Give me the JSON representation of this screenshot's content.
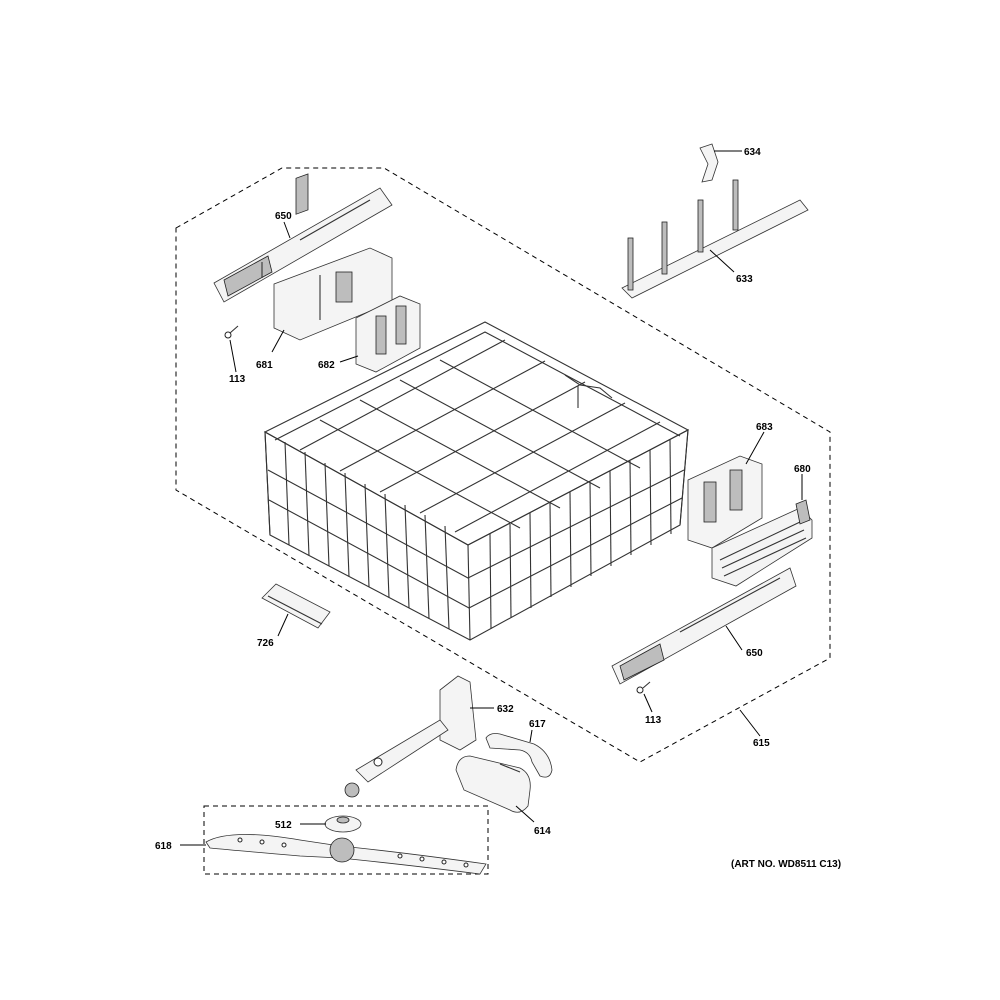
{
  "callouts": {
    "c634": "634",
    "c633": "633",
    "c650a": "650",
    "c681": "681",
    "c113a": "113",
    "c682": "682",
    "c683": "683",
    "c680": "680",
    "c726": "726",
    "c650b": "650",
    "c113b": "113",
    "c615": "615",
    "c632": "632",
    "c617": "617",
    "c614": "614",
    "c512": "512",
    "c618": "618"
  },
  "art_number": "(ART NO. WD8511 C13)"
}
